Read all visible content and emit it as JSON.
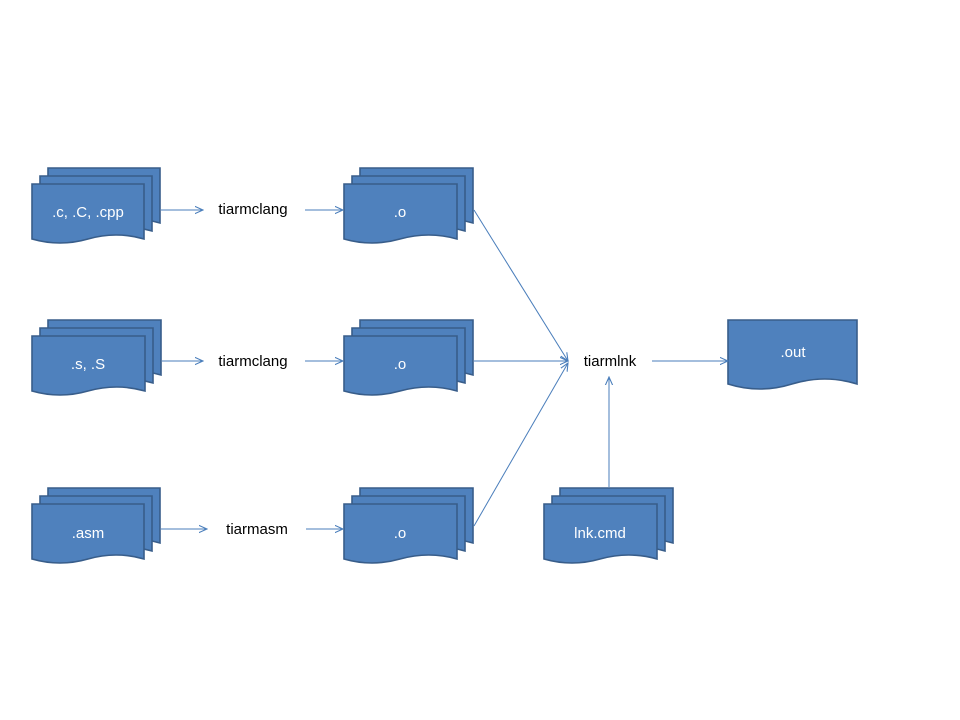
{
  "colors": {
    "document_fill": "#4f81bd",
    "document_border": "#385d8a",
    "arrow": "#4a7ebb",
    "document_text": "#ffffff",
    "tool_text": "#000000"
  },
  "sources": {
    "c_files": ".c, .C, .cpp",
    "asm_s_files": ".s, .S",
    "asm_files": ".asm"
  },
  "tools": {
    "clang_c": "tiarmclang",
    "clang_s": "tiarmclang",
    "assembler": "tiarmasm",
    "linker": "tiarmlnk"
  },
  "objects": {
    "from_c": ".o",
    "from_s": ".o",
    "from_asm": ".o"
  },
  "linker_command_file": "lnk.cmd",
  "output": ".out"
}
